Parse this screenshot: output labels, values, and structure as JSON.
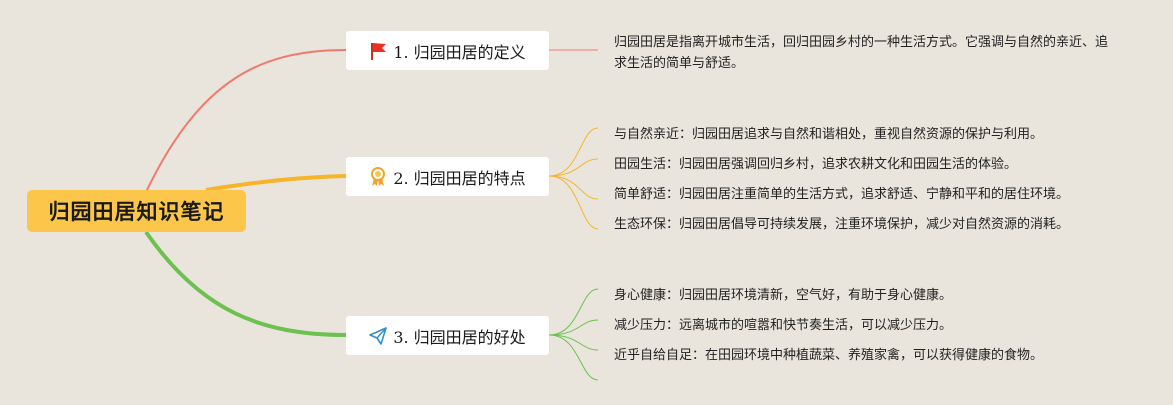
{
  "root": {
    "title": "归园田居知识笔记",
    "color": "#fcc64b"
  },
  "branches": [
    {
      "label": "1. 归园田居的定义",
      "icon": "red-flag-icon",
      "color": "#f07a6c",
      "children": [
        "归园田居是指离开城市生活，回归田园乡村的一种生活方式。它强调与自然的亲近、追求生活的简单与舒适。"
      ]
    },
    {
      "label": "2. 归园田居的特点",
      "icon": "award-ribbon-icon",
      "color": "#f7b329",
      "children": [
        "与自然亲近：归园田居追求与自然和谐相处，重视自然资源的保护与利用。",
        "田园生活：归园田居强调回归乡村，追求农耕文化和田园生活的体验。",
        "简单舒适：归园田居注重简单的生活方式，追求舒适、宁静和平和的居住环境。",
        "生态环保：归园田居倡导可持续发展，注重环境保护，减少对自然资源的消耗。"
      ]
    },
    {
      "label": "3. 归园田居的好处",
      "icon": "paper-plane-icon",
      "color": "#6cc14f",
      "children": [
        "身心健康：归园田居环境清新，空气好，有助于身心健康。",
        "减少压力：远离城市的喧嚣和快节奏生活，可以减少压力。",
        "近乎自给自足：在田园环境中种植蔬菜、养殖家禽，可以获得健康的食物。"
      ]
    }
  ]
}
